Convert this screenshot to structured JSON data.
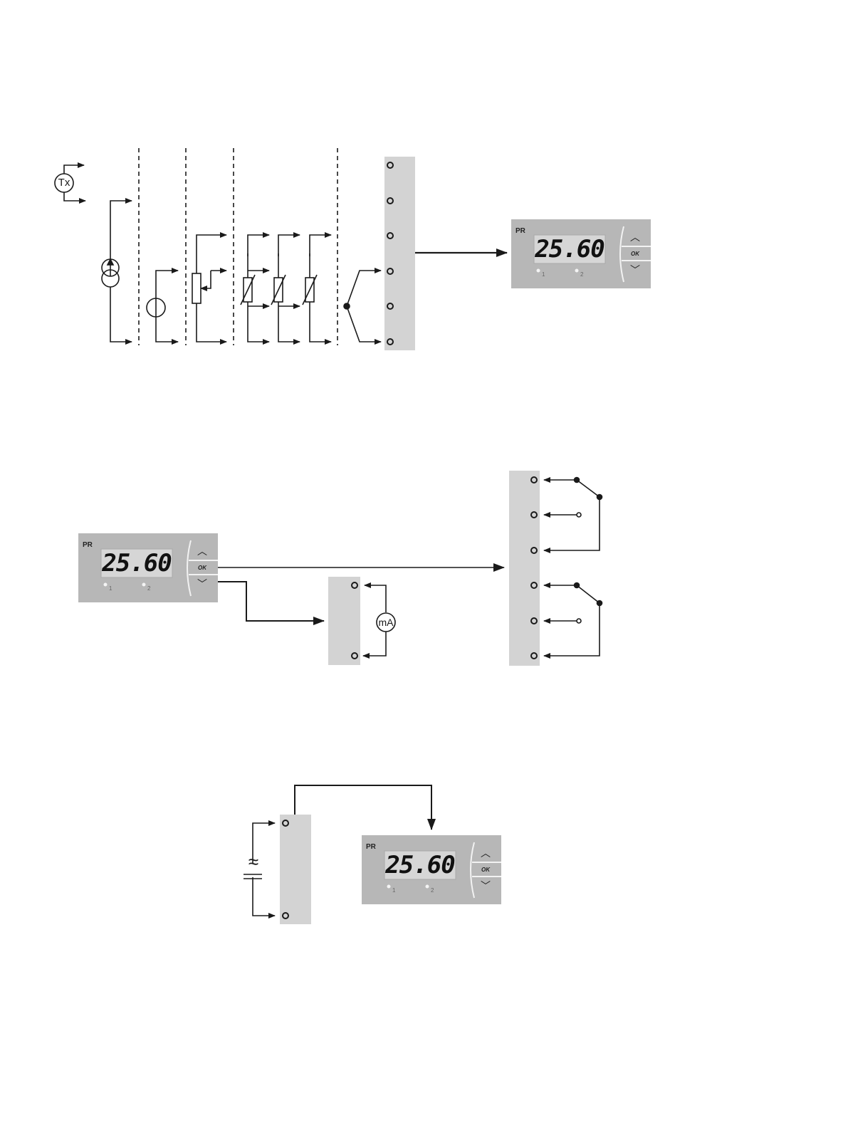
{
  "symbols": {
    "transmitter": "Tx",
    "milliamp_meter": "mA",
    "supply_symbol": "≈"
  },
  "display": {
    "brand": "PR",
    "value": "25.60",
    "ok_label": "OK",
    "led1_label": "1",
    "led2_label": "2",
    "up_icon": "chevron-up-icon",
    "down_icon": "chevron-down-icon"
  },
  "colors": {
    "terminal_block": "#d3d3d3",
    "display_housing": "#b7b7b7",
    "display_window": "#d6d6d6",
    "line": "#1a1a1a"
  }
}
